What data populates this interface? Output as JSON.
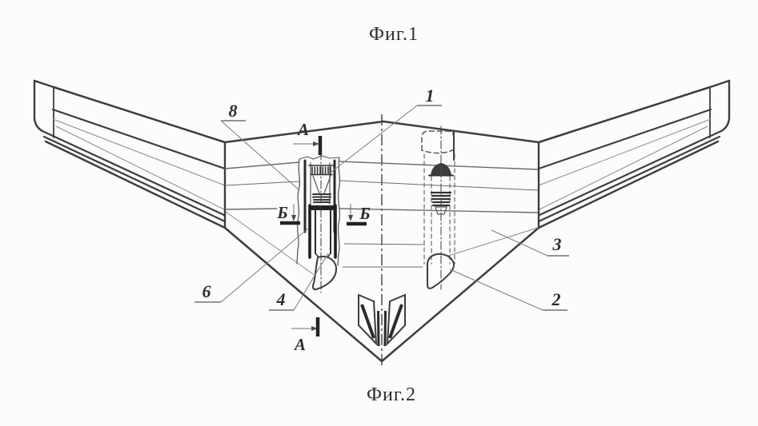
{
  "captions": {
    "fig1": "Фиг.1",
    "fig2": "Фиг.2"
  },
  "callouts": [
    {
      "id": "part-1",
      "text": "1"
    },
    {
      "id": "part-2",
      "text": "2"
    },
    {
      "id": "part-3",
      "text": "3"
    },
    {
      "id": "part-4",
      "text": "4"
    },
    {
      "id": "part-6",
      "text": "6"
    },
    {
      "id": "part-8",
      "text": "8"
    }
  ],
  "section_markers": [
    {
      "id": "section-a-top",
      "text": "А"
    },
    {
      "id": "section-a-bottom",
      "text": "А"
    },
    {
      "id": "section-b-left",
      "text": "Б"
    },
    {
      "id": "section-b-right",
      "text": "Б"
    }
  ],
  "colors": {
    "outline": "#3d3d3d",
    "thin": "#8a8a8a",
    "dark": "#222222",
    "leader": "#7a7a7a",
    "paper": "#fcfcfa"
  }
}
